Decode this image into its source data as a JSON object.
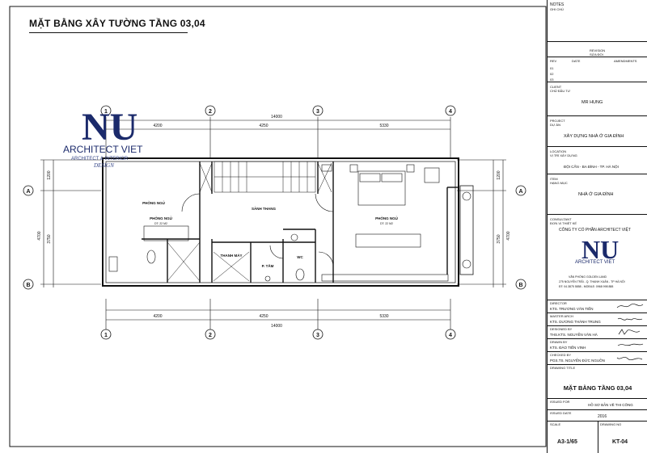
{
  "title": "MẶT BẰNG XÂY TƯỜNG TẦNG 03,04",
  "dimensions": {
    "total": "14000",
    "spans": [
      "4200",
      "4250",
      "5330"
    ],
    "vertical_total": "4700",
    "vertical_parts": [
      "1200",
      "3750"
    ]
  },
  "grid": {
    "columns": [
      "1",
      "2",
      "3",
      "4"
    ],
    "rows": [
      "A",
      "B"
    ]
  },
  "rooms": {
    "bedroom1": "PHÒNG NGỦ",
    "bedroom1_area": "DT: 22 M2",
    "bedroom2": "PHÒNG NGỦ",
    "hall": "SẢNH THANG",
    "bedroom3": "PHÒNG NGỦ",
    "bedroom3_area": "DT: 22 M2",
    "wc": "WC",
    "bath": "P. TẮM",
    "laundry": "THANH MÁY"
  },
  "logo": {
    "mark": "NU",
    "name": "ARCHITECT VIET",
    "sub": "ARCHITECT & INTERIOR",
    "design": "DESIGN"
  },
  "title_block": {
    "notes": "NOTES",
    "notes_sub": "GHI CHÚ",
    "revision": "REVISION",
    "revision_sub": "SỬA ĐỔI",
    "rev_cols": [
      "REV",
      "DATE",
      "AMENDMENTS"
    ],
    "rev_rows": [
      "01",
      "02",
      "03"
    ],
    "client_label": "CLIENT",
    "client_sub": "CHỦ ĐẦU TƯ",
    "client": "MR HUNG",
    "project_label": "PROJECT",
    "project_sub": "DỰ ÁN",
    "project": "XÂY DỰNG NHÀ Ở GIA ĐÌNH",
    "location_label": "LOCATION",
    "location_sub": "VỊ TRÍ XÂY DỰNG",
    "location": "ĐỘI CẤN - BA ĐÌNH - TP. HÀ NỘI",
    "item_label": "ITEM",
    "item_sub": "HẠNG MỤC",
    "item": "NHÀ Ở GIA ĐÌNH",
    "consultant_label": "CONSULTANT",
    "consultant_sub": "ĐƠN VỊ THIẾT KẾ",
    "consultant": "CÔNG TY CỔ PHẦN ARCHITECT VIỆT",
    "address1": "VĂN PHÒNG GOLDEN LAND",
    "address2": "275 NGUYỄN TRÃI - Q. THANH XUÂN - TP HÀ NỘI",
    "address3": "ĐT: 04.3875 5858 - MOBILE: 0968 998 888",
    "director_label": "DIRECTOR",
    "director": "KTS. TRƯƠNG VĂN TIẾN",
    "master_label": "MASTER ARCH",
    "master": "KTS. DƯƠNG THÀNH TRUNG",
    "designed_label": "DESIGNED BY",
    "designed": "THS.KTS. NGUYỄN VĂN HÀ",
    "drawn_label": "DRAWN BY",
    "drawn": "KTS. ĐÀO TIẾN VINH",
    "checked_label": "CHECKED BY",
    "checked": "PGS.TS. NGUYỄN ĐỨC NGUỒN",
    "drawing_title_label": "DRAWING TITLE",
    "drawing_title": "MẶT BẰNG TẦNG 03,04",
    "issued_for_label": "ISSUED FOR",
    "issued_for": "HỒ SƠ BẢN VẼ THI CÔNG",
    "issued_date_label": "ISSUED DATE",
    "issued_date": "2016",
    "scale_label": "SCALE",
    "scale": "A3-1/65",
    "drawing_no_label": "DRAWING NO",
    "drawing_no": "KT-04"
  }
}
